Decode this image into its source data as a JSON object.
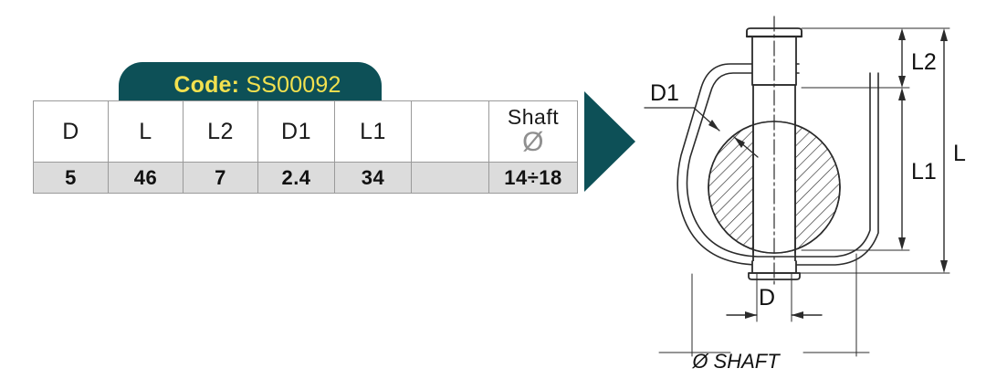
{
  "product": {
    "code_label": "Code:",
    "code_value": "SS00092",
    "banner_color": "#0d5057",
    "banner_text_color": "#f2e14f",
    "data_row_color": "#dcdcdc"
  },
  "spec_table": {
    "headers": [
      "D",
      "L",
      "L2",
      "D1",
      "L1",
      "",
      "Shaft"
    ],
    "header_shaft_word": "Shaft",
    "header_shaft_symbol": "Ø",
    "values": [
      "5",
      "46",
      "7",
      "2.4",
      "34",
      "",
      "14÷18"
    ]
  },
  "drawing": {
    "labels": {
      "d1": "D1",
      "l2": "L2",
      "l1": "L1",
      "l": "L",
      "d": "D",
      "shaft": "Ø SHAFT"
    }
  }
}
